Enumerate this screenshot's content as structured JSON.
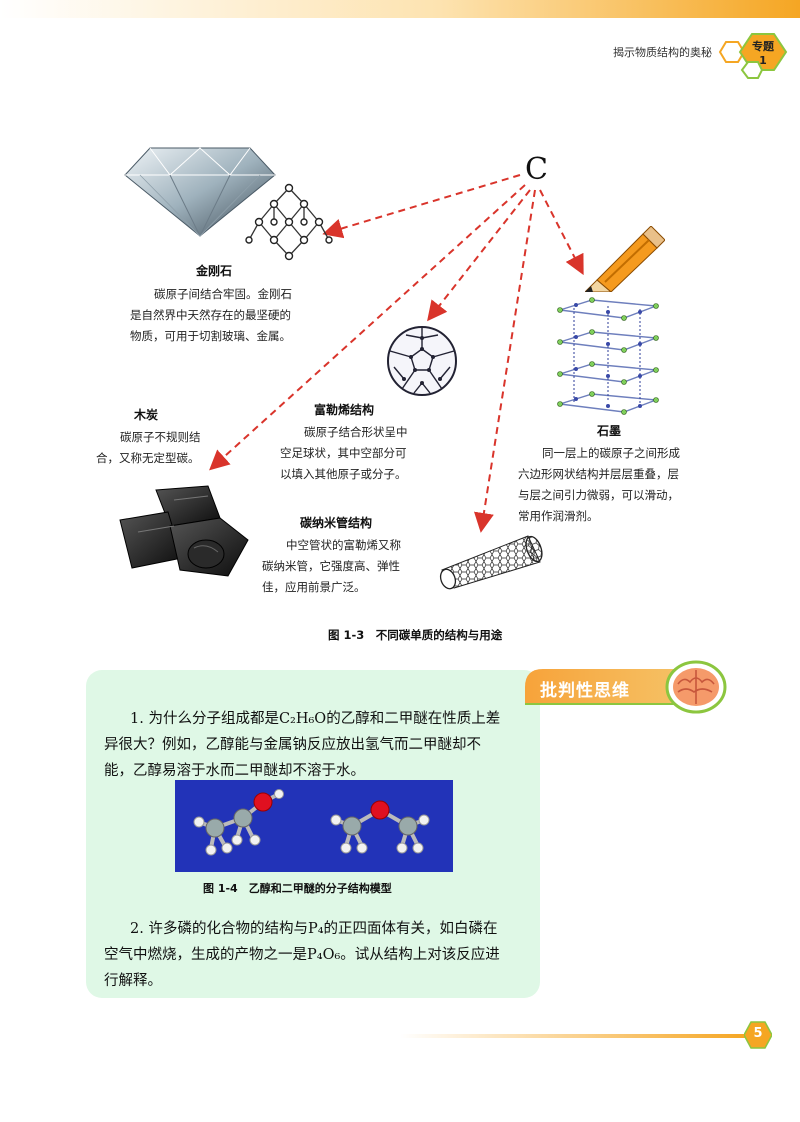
{
  "header": {
    "chapter_title": "揭示物质结构的奥秘",
    "badge_line1": "专题",
    "badge_line2": "1"
  },
  "figure": {
    "carbon_symbol": "C",
    "diamond": {
      "title": "金刚石",
      "lines": [
        "碳原子间结合牢固。金刚石",
        "是自然界中天然存在的最坚硬的",
        "物质，可用于切割玻璃、金属。"
      ]
    },
    "charcoal": {
      "title": "木炭",
      "lines": [
        "碳原子不规则结",
        "合，又称无定型碳。"
      ]
    },
    "fullerene": {
      "title": "富勒烯结构",
      "lines": [
        "碳原子结合形状呈中",
        "空足球状，其中空部分可",
        "以填入其他原子或分子。"
      ]
    },
    "nanotube": {
      "title": "碳纳米管结构",
      "lines": [
        "中空管状的富勒烯又称",
        "碳纳米管，它强度高、弹性",
        "佳，应用前景广泛。"
      ]
    },
    "graphite": {
      "title": "石墨",
      "lines": [
        "同一层上的碳原子之间形成",
        "六边形网状结构并层层重叠，层",
        "与层之间引力微弱，可以滑动，",
        "常用作润滑剂。"
      ]
    },
    "caption": "图 1-3　不同碳单质的结构与用途"
  },
  "critical_thinking": {
    "banner": "批判性思维",
    "q1_lines": [
      "1. 为什么分子组成都是C₂H₆O的乙醇和二甲醚在性质上差",
      "异很大？例如，乙醇能与金属钠反应放出氢气而二甲醚却不",
      "能，乙醇易溶于水而二甲醚却不溶于水。"
    ],
    "figure_caption": "图 1-4　乙醇和二甲醚的分子结构模型",
    "q2_lines": [
      "2. 许多磷的化合物的结构与P₄的正四面体有关，如白磷在",
      "空气中燃烧，生成的产物之一是P₄O₆。试从结构上对该反应进",
      "行解释。"
    ]
  },
  "page_number": "5",
  "colors": {
    "accent_orange": "#f39a1e",
    "arrow_red": "#d9342b",
    "box_green": "#dff8e6",
    "panel_blue": "#2233b8"
  }
}
